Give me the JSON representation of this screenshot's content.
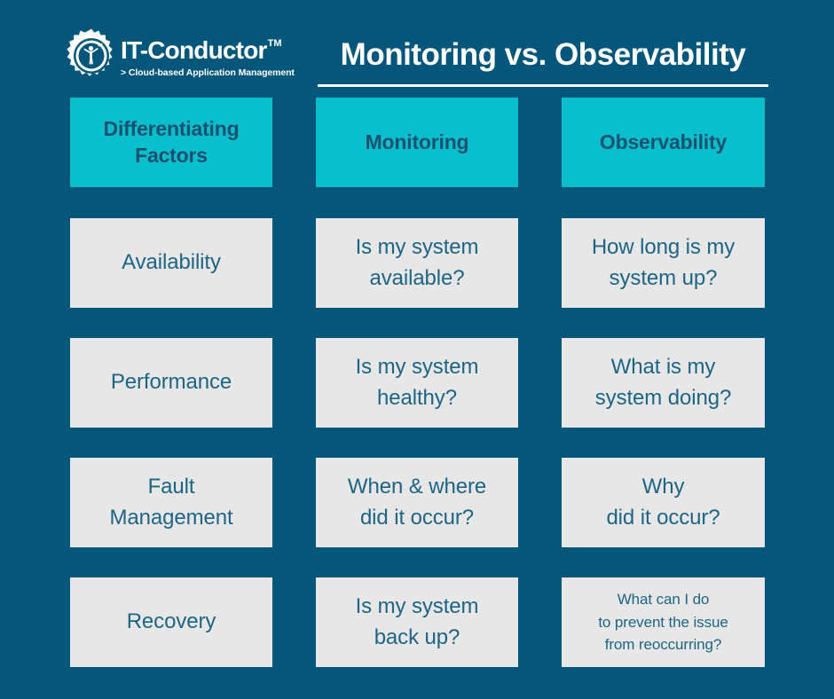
{
  "brand": {
    "logo_icon": "gear-conductor-icon",
    "name": "IT-Conductor",
    "trademark": "TM",
    "tagline": "> Cloud-based Application Management"
  },
  "header": {
    "title": "Monitoring vs. Observability"
  },
  "colors": {
    "background": "#04567A",
    "header_cell": "#0ABFCC",
    "header_text": "#1A5170",
    "data_cell": "#E7E7E7",
    "data_text": "#1E6585",
    "title_text": "#FFFFFF"
  },
  "table": {
    "columns": [
      {
        "label": "Differentiating Factors",
        "line1": "Differentiating",
        "line2": "Factors"
      },
      {
        "label": "Monitoring",
        "line1": "Monitoring",
        "line2": ""
      },
      {
        "label": "Observability",
        "line1": "Observability",
        "line2": ""
      }
    ],
    "rows": [
      {
        "factor": {
          "line1": "Availability",
          "line2": ""
        },
        "monitoring": {
          "line1": "Is my system",
          "line2": "available?",
          "line3": ""
        },
        "observability": {
          "line1": "How long is my",
          "line2": "system up?",
          "line3": ""
        }
      },
      {
        "factor": {
          "line1": "Performance",
          "line2": ""
        },
        "monitoring": {
          "line1": "Is my system",
          "line2": "healthy?",
          "line3": ""
        },
        "observability": {
          "line1": "What is my",
          "line2": "system doing?",
          "line3": ""
        }
      },
      {
        "factor": {
          "line1": "Fault",
          "line2": "Management"
        },
        "monitoring": {
          "line1": "When & where",
          "line2": "did it occur?",
          "line3": ""
        },
        "observability": {
          "line1": "Why",
          "line2": "did it occur?",
          "line3": ""
        }
      },
      {
        "factor": {
          "line1": "Recovery",
          "line2": ""
        },
        "monitoring": {
          "line1": "Is my system",
          "line2": "back up?",
          "line3": ""
        },
        "observability": {
          "line1": "What can I do",
          "line2": "to prevent the issue",
          "line3": "from reoccurring?"
        }
      }
    ]
  }
}
